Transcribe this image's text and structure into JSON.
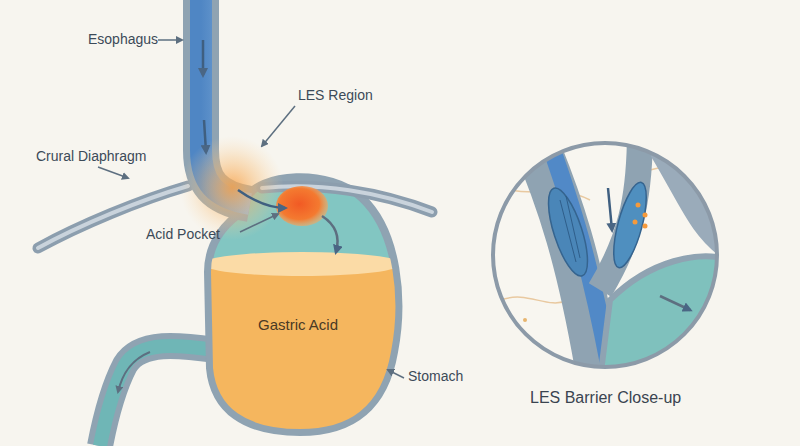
{
  "diagram": {
    "labels": [
      "Esophagus",
      "LES Region",
      "Crural Diaphragm",
      "Acid Pocket",
      "Gastric Acid",
      "Stomach",
      "LES Barrier Close-up"
    ]
  }
}
